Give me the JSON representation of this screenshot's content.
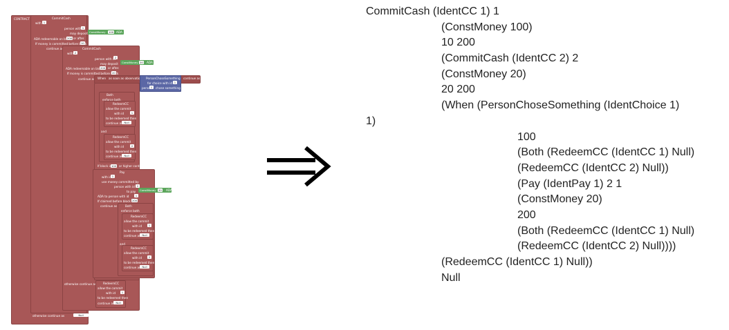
{
  "blockly": {
    "contract_label": "CONTRACT",
    "commit1": {
      "title": "CommitCash",
      "with_id": "with id",
      "id": "1",
      "person": "person with id",
      "person_id": "1",
      "may_deposit": "may deposit",
      "money_block": "ConstMoney",
      "money_value": "100",
      "ada": "ADA",
      "redeemable": "ADA redeemable on block",
      "redeem_block": "200",
      "or_after": "or after.",
      "not_committed": "If money is committed before block",
      "before_block": "10",
      "continue_as": "continue as"
    },
    "commit2": {
      "title": "CommitCash",
      "with_id": "with id",
      "id": "2",
      "person": "person with id",
      "person_id": "2",
      "may_deposit": "may deposit",
      "money_block": "ConstMoney",
      "money_value": "20",
      "ada": "ADA",
      "redeemable": "ADA redeemable on block",
      "redeem_block": "200",
      "or_after": "or after.",
      "not_committed": "If money is committed before block",
      "before_block": "20",
      "continue_as": "continue as"
    },
    "when": {
      "label": "When",
      "observation": "as soon as observation",
      "continue_as": "continue as",
      "chose_title": "PersonChoseSomething",
      "for_choice": "for choice with id",
      "choice_id": "1",
      "person_chose": "person",
      "person_chose_id": "1",
      "chose_something": "chose something",
      "if_block": "If block is",
      "if_block_value": "100",
      "or_higher": "or higher continue as"
    },
    "both1": {
      "label": "Both",
      "enforce": "enforce both",
      "and": "and"
    },
    "redeem_a": {
      "title": "RedeemCC",
      "allow": "allow the commit",
      "with_id": "with id",
      "id": "1",
      "redeemed": "to be redeemed then",
      "continue_as": "continue as",
      "null": "Null"
    },
    "redeem_b": {
      "title": "RedeemCC",
      "allow": "allow the commit",
      "with_id": "with id",
      "id": "2",
      "redeemed": "to be redeemed then",
      "continue_as": "continue as",
      "null": "Null"
    },
    "pay": {
      "title": "Pay",
      "with_id": "with id",
      "id": "1",
      "use_money": "use money committed by",
      "person": "person with id",
      "person_id": "2",
      "to_pay": "to pay",
      "money_block": "ConstMoney",
      "money_value": "20",
      "ada": "ADA",
      "ada_to": "ADA to person with id",
      "to_id": "1",
      "if_claimed": "If claimed before block",
      "claimed_block": "200",
      "continue_as": "continue as"
    },
    "both2": {
      "label": "Both",
      "enforce": "enforce both",
      "and": "and"
    },
    "redeem_c": {
      "title": "RedeemCC",
      "allow": "allow the commit",
      "with_id": "with id",
      "id": "1",
      "redeemed": "to be redeemed then",
      "continue_as": "continue as",
      "null": "Null"
    },
    "redeem_d": {
      "title": "RedeemCC",
      "allow": "allow the commit",
      "with_id": "with id",
      "id": "2",
      "redeemed": "to be redeemed then",
      "continue_as": "continue as",
      "null": "Null"
    },
    "otherwise_inner": "otherwise continue as",
    "redeem_e": {
      "title": "RedeemCC",
      "allow": "allow the commit",
      "with_id": "with id",
      "id": "1",
      "redeemed": "to be redeemed then",
      "continue_as": "continue as",
      "null": "Null"
    },
    "otherwise_outer": "otherwise continue as",
    "outer_null": "Null"
  },
  "arrow": {
    "symbol": "⟹",
    "icon": "double-right-arrow"
  },
  "code_lines": [
    "CommitCash (IdentCC 1) 1",
    "(ConstMoney 100)",
    "10 200",
    "(CommitCash (IdentCC 2) 2",
    "(ConstMoney 20)",
    "20 200",
    "(When (PersonChoseSomething (IdentChoice 1)",
    "1)",
    "100",
    "(Both (RedeemCC (IdentCC 1) Null)",
    "(RedeemCC (IdentCC 2) Null))",
    "(Pay (IdentPay 1) 2 1",
    "(ConstMoney 20)",
    "200",
    "(Both (RedeemCC (IdentCC 1) Null)",
    "(RedeemCC (IdentCC 2) Null))))",
    "(RedeemCC (IdentCC 1) Null))",
    "Null"
  ],
  "colors": {
    "block": "#a85757",
    "block_border": "#8a4343",
    "money": "#5ba55b",
    "observation": "#5b67a5",
    "code_text": "#222222"
  }
}
